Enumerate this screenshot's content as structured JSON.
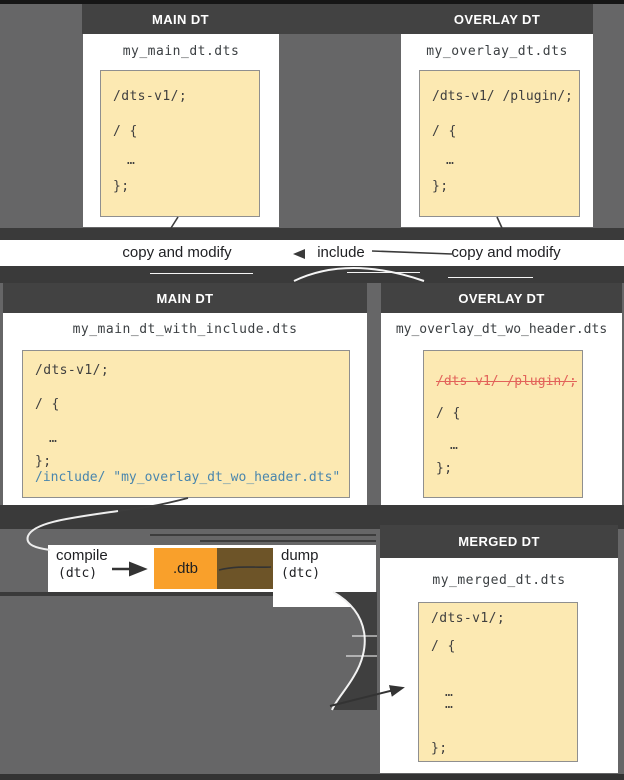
{
  "diagram": {
    "description": "Device tree overlay workflow: main and overlay DTS files are copied/modified, the overlay is included into the main DTS, compiled with dtc to a .dtb and dumped back to a merged DTS",
    "colors": {
      "background": "#666667",
      "header_bar": "#424242",
      "dark_band": "#3a3a3a",
      "code_background": "#FCE9B2",
      "code_border": "#8F8F8F",
      "include_blue": "#4A86AD",
      "strikethrough_red": "#E2635A",
      "dtb_orange": "#F9A02B",
      "dtb_brown": "#6D5428",
      "panel_white": "#FFFFFF"
    }
  },
  "row1": {
    "main": {
      "header": "MAIN DT",
      "title": "my_main_dt.dts",
      "code": [
        "/dts-v1/;",
        "/ {",
        "…",
        "};"
      ]
    },
    "overlay": {
      "header": "OVERLAY DT",
      "title": "my_overlay_dt.dts",
      "code": [
        "/dts-v1/ /plugin/;",
        "/ {",
        "…",
        "};"
      ]
    }
  },
  "labels": {
    "copy_left": "copy and modify",
    "include": "include",
    "copy_right": "copy and modify"
  },
  "row2": {
    "main": {
      "header": "MAIN DT",
      "title": "my_main_dt_with_include.dts",
      "code": [
        "/dts-v1/;",
        "/ {",
        "…",
        "};",
        "/include/ \"my_overlay_dt_wo_header.dts\""
      ]
    },
    "overlay": {
      "header": "OVERLAY DT",
      "title": "my_overlay_dt_wo_header.dts",
      "code": [
        "/dts-v1/ /plugin/;",
        "/ {",
        "…",
        "};"
      ]
    }
  },
  "pipeline": {
    "compile_label": "compile",
    "compile_tool": "(dtc)",
    "dtb_label": ".dtb",
    "dump_label": "dump",
    "dump_tool": "(dtc)"
  },
  "row3": {
    "merged": {
      "header": "MERGED DT",
      "title": "my_merged_dt.dts",
      "code": [
        "/dts-v1/;",
        "/ {",
        "…",
        "…",
        "};"
      ]
    }
  }
}
